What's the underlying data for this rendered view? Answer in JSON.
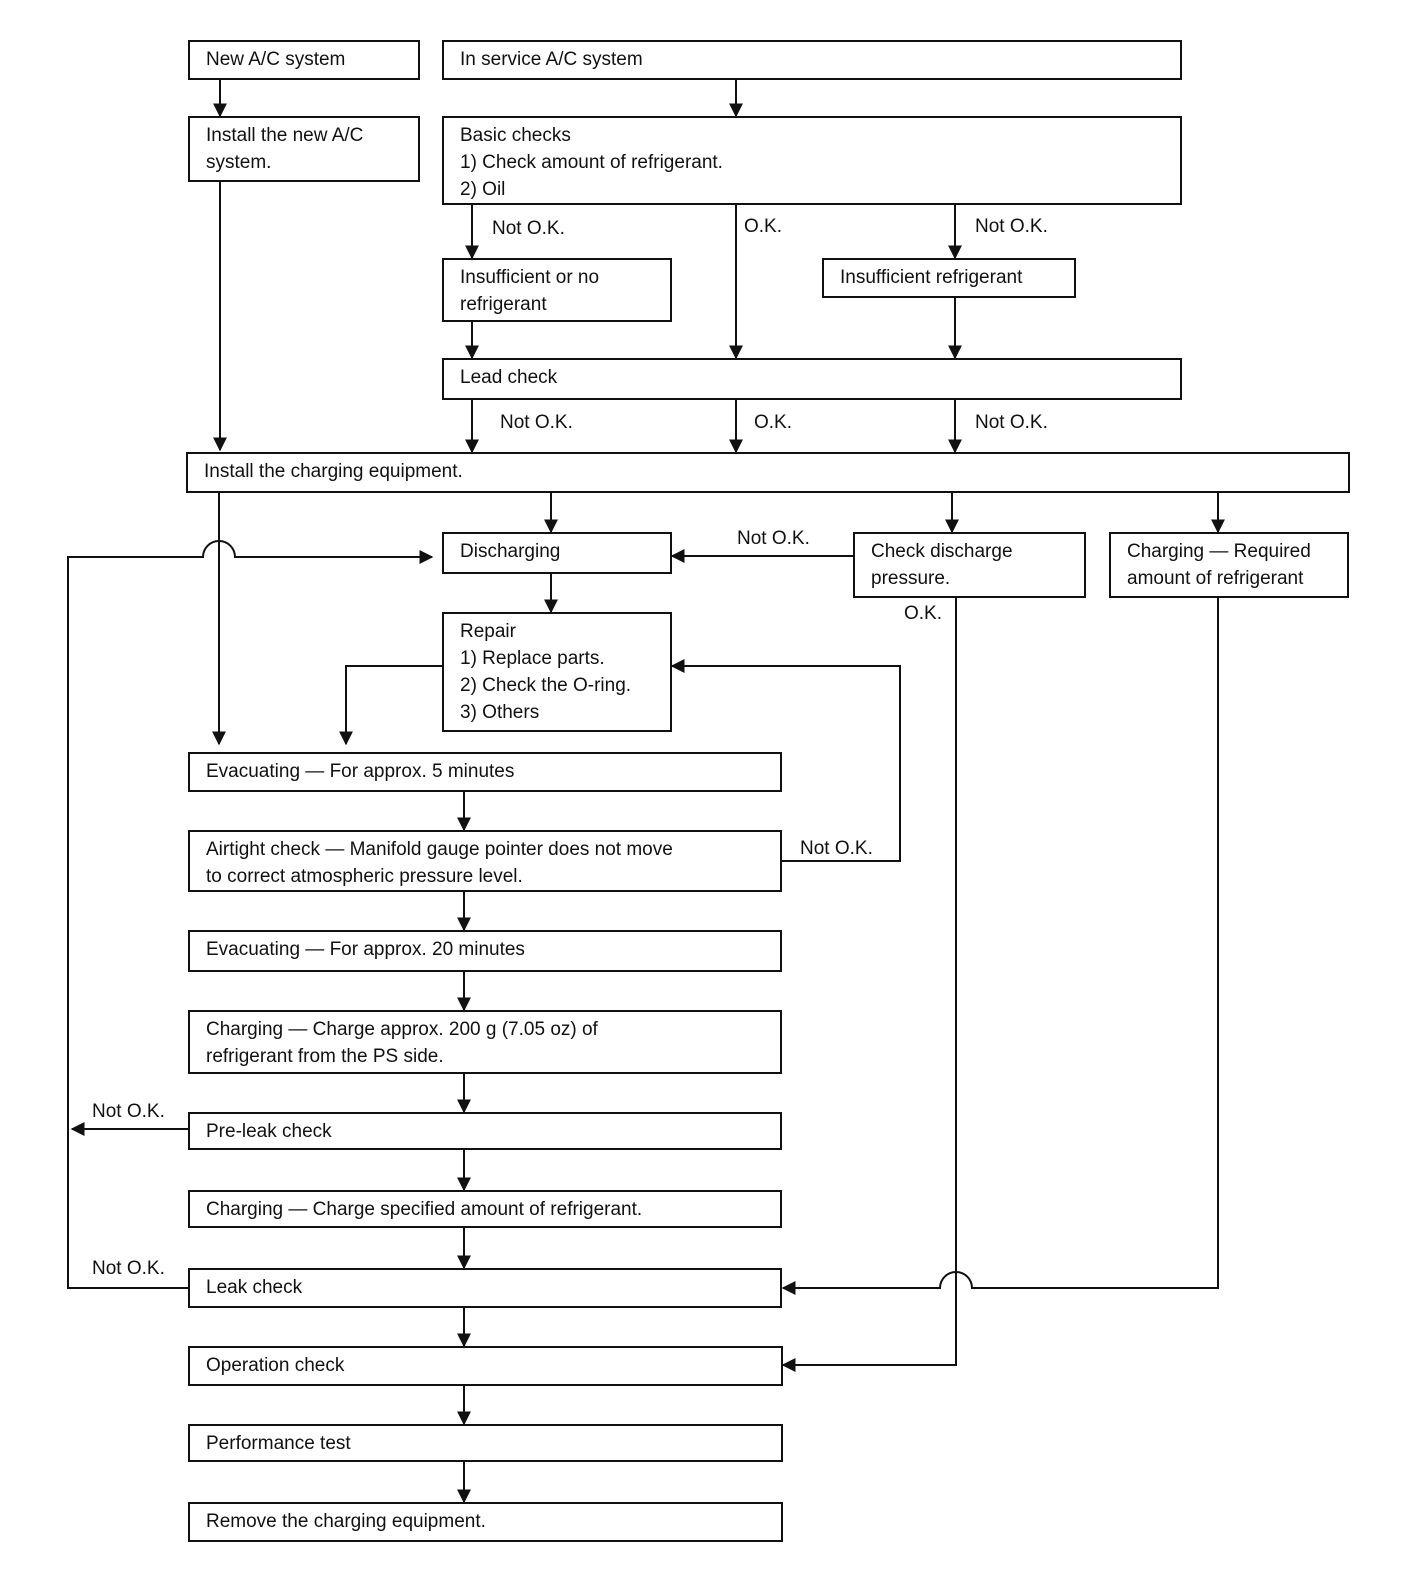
{
  "steps": {
    "new_ac": [
      "New A/C system"
    ],
    "in_service": [
      "In service A/C system"
    ],
    "install_new": [
      "Install the new A/C",
      "system."
    ],
    "basic_checks": [
      "Basic checks",
      "1) Check amount of refrigerant.",
      "2) Oil"
    ],
    "insufficient_or_no": [
      "Insufficient or no",
      "refrigerant"
    ],
    "insufficient": [
      "Insufficient refrigerant"
    ],
    "lead_check": [
      "Lead check"
    ],
    "install_charging": [
      "Install the charging equipment."
    ],
    "discharging": [
      "Discharging"
    ],
    "check_discharge": [
      "Check discharge",
      "pressure."
    ],
    "charging_required": [
      "Charging — Required",
      "amount of refrigerant"
    ],
    "repair": [
      "Repair",
      "1) Replace parts.",
      "2) Check the O-ring.",
      "3) Others"
    ],
    "evacuate_5": [
      "Evacuating — For approx. 5 minutes"
    ],
    "airtight": [
      "Airtight check — Manifold gauge pointer does not move",
      "to correct atmospheric pressure level."
    ],
    "evacuate_20": [
      "Evacuating — For approx. 20 minutes"
    ],
    "charge_200": [
      "Charging — Charge approx. 200 g (7.05 oz) of",
      "refrigerant from the PS side."
    ],
    "pre_leak": [
      "Pre-leak check"
    ],
    "charge_spec": [
      "Charging — Charge specified amount of refrigerant."
    ],
    "leak_check": [
      "Leak check"
    ],
    "operation_check": [
      "Operation check"
    ],
    "performance_test": [
      "Performance test"
    ],
    "remove_equipment": [
      "Remove the charging equipment."
    ]
  },
  "branch_labels": {
    "basic_left": "Not O.K.",
    "basic_mid": "O.K.",
    "basic_right": "Not O.K.",
    "lead_left": "Not O.K.",
    "lead_mid": "O.K.",
    "lead_right": "Not O.K.",
    "discharge_notok": "Not O.K.",
    "discharge_ok": "O.K.",
    "airtight_notok": "Not O.K.",
    "preleak_notok": "Not O.K.",
    "leak_notok": "Not O.K."
  }
}
